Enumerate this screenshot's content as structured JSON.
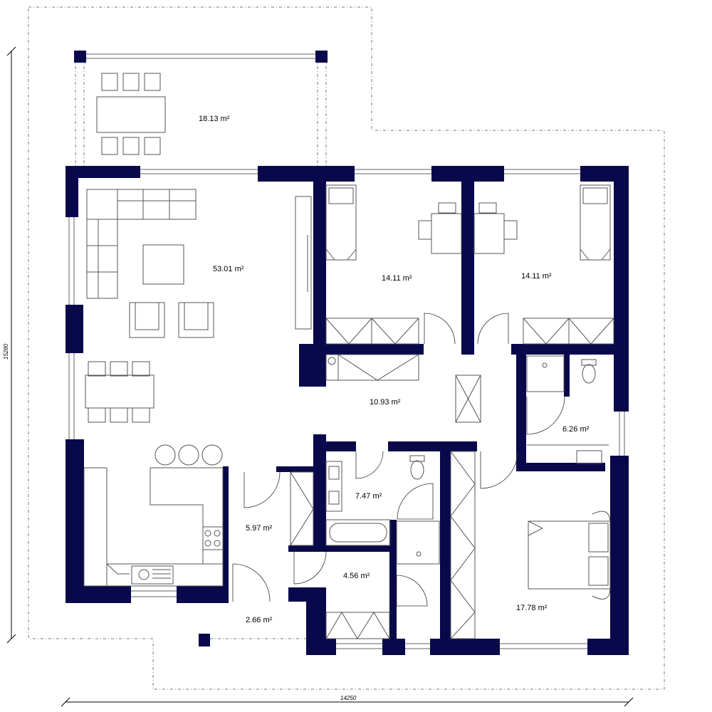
{
  "rooms": [
    {
      "id": "terrace",
      "area": "18.13 m²"
    },
    {
      "id": "living",
      "area": "53.01 m²"
    },
    {
      "id": "bedroom-1",
      "area": "14.11 m²"
    },
    {
      "id": "bedroom-2",
      "area": "14.11 m²"
    },
    {
      "id": "hall",
      "area": "10.93 m²"
    },
    {
      "id": "bath-small",
      "area": "6.26 m²"
    },
    {
      "id": "bath-main",
      "area": "7.47 m²"
    },
    {
      "id": "corridor",
      "area": "5.97 m²"
    },
    {
      "id": "wardrobe",
      "area": "4.56 m²"
    },
    {
      "id": "entrance",
      "area": "2.66 m²"
    },
    {
      "id": "master-bedroom",
      "area": "17.78 m²"
    }
  ],
  "dimensions": {
    "width": "14250",
    "height": "15280"
  },
  "colors": {
    "wall": "#08084a",
    "furniture": "#555555",
    "outline": "#777777"
  }
}
